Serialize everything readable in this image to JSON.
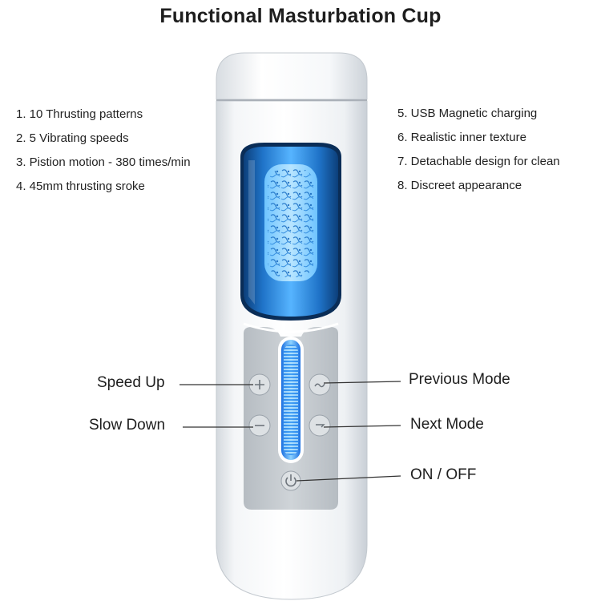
{
  "title": "Functional Masturbation Cup",
  "features_left": [
    "1. 10 Thrusting patterns",
    "2. 5 Vibrating speeds",
    "3. Pistion motion - 380 times/min",
    "4. 45mm thrusting sroke"
  ],
  "features_right": [
    "5. USB Magnetic charging",
    "6. Realistic inner texture",
    "7. Detachable design for clean",
    "8. Discreet appearance"
  ],
  "callouts": {
    "speed_up": "Speed Up",
    "slow_down": "Slow Down",
    "previous_mode": "Previous Mode",
    "next_mode": "Next Mode",
    "on_off": "ON / OFF"
  },
  "icons": {
    "speed_up": "plus-icon",
    "slow_down": "minus-icon",
    "previous_mode": "previous-mode-icon",
    "next_mode": "next-mode-icon",
    "power": "power-icon"
  },
  "colors": {
    "body": "#ffffff",
    "panel": "#c7cccf",
    "window_blue": "#2f8fe0",
    "glow": "#5fb8ff",
    "text": "#222222"
  }
}
